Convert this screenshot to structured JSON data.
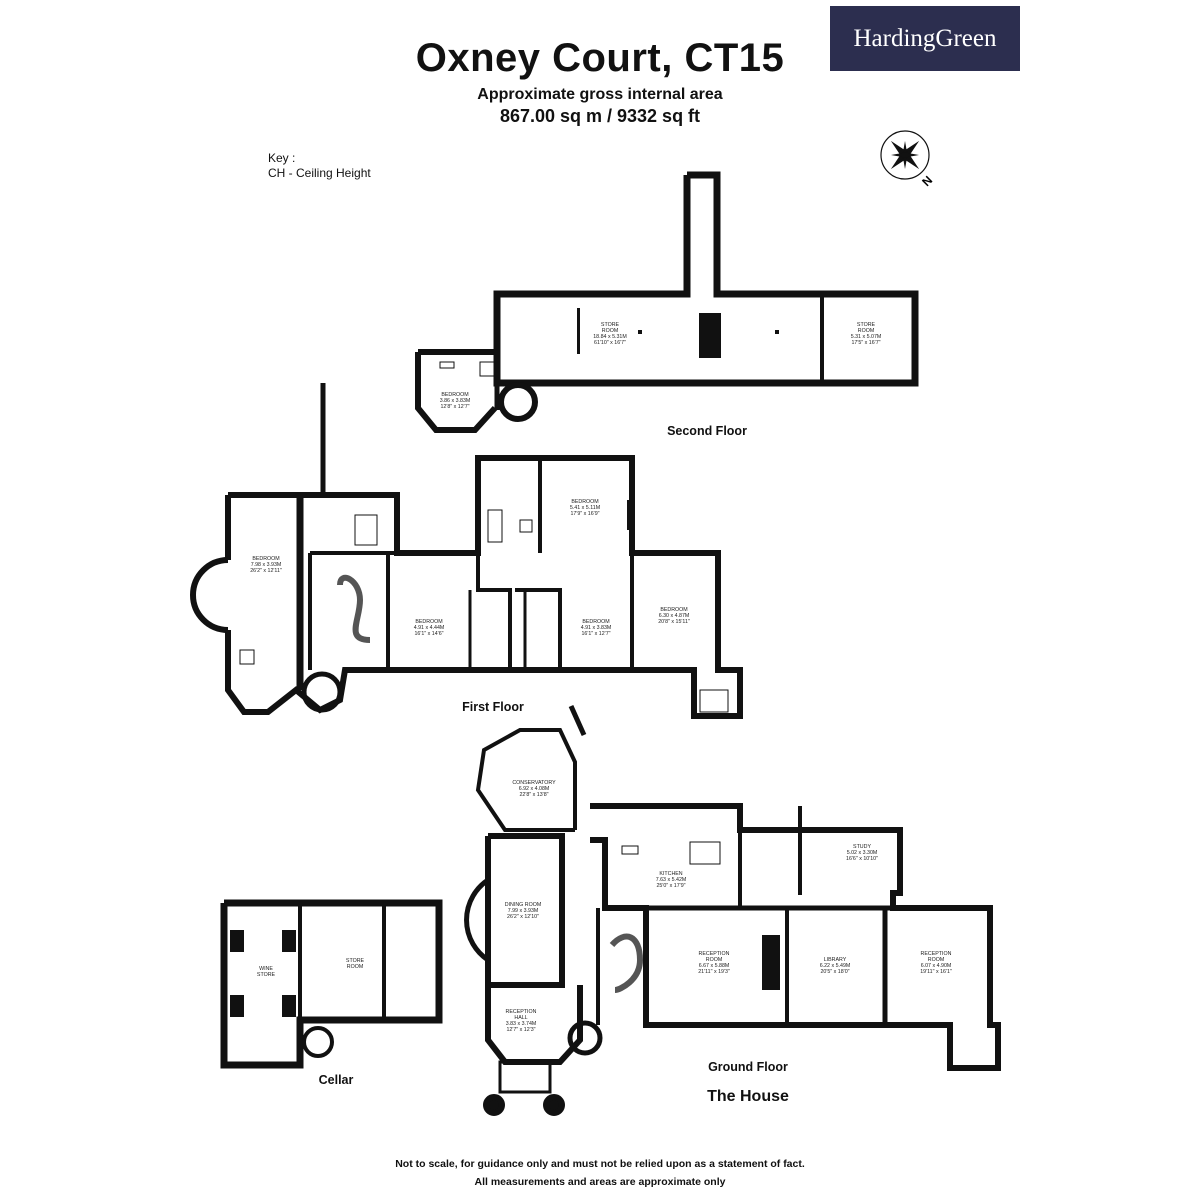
{
  "header": {
    "title": "Oxney Court, CT15",
    "area_label": "Approximate gross internal area",
    "area_value": "867.00 sq m / 9332 sq ft"
  },
  "logo": {
    "text": "HardingGreen"
  },
  "key": {
    "heading": "Key :",
    "entry": "CH - Ceiling Height"
  },
  "compass": {
    "label": "N"
  },
  "floors": {
    "second": "Second Floor",
    "first": "First Floor",
    "ground": "Ground Floor",
    "house": "The House",
    "cellar": "Cellar"
  },
  "rooms": {
    "second_store_1": {
      "name": [
        "STORE",
        "ROOM"
      ],
      "metric": "18.84 x 5.31M",
      "imperial": "61'10\" x 16'7\""
    },
    "second_store_2": {
      "name": [
        "STORE",
        "ROOM"
      ],
      "metric": "5.31 x 5.07M",
      "imperial": "17'5\" x 16'7\""
    },
    "second_bedroom": {
      "name": [
        "BEDROOM"
      ],
      "metric": "3.86 x 3.83M",
      "imperial": "12'8\" x 12'7\""
    },
    "first_bedroom_west": {
      "name": [
        "BEDROOM"
      ],
      "metric": "7.98 x 3.93M",
      "imperial": "26'2\" x 12'11\""
    },
    "first_bedroom_north": {
      "name": [
        "BEDROOM"
      ],
      "metric": "5.41 x 5.11M",
      "imperial": "17'9\" x 16'9\""
    },
    "first_bedroom_2": {
      "name": [
        "BEDROOM"
      ],
      "metric": "4.91 x 4.44M",
      "imperial": "16'1\" x 14'6\""
    },
    "first_bedroom_3": {
      "name": [
        "BEDROOM"
      ],
      "metric": "4.91 x 3.83M",
      "imperial": "16'1\" x 12'7\""
    },
    "first_bedroom_east": {
      "name": [
        "BEDROOM"
      ],
      "metric": "6.30 x 4.87M",
      "imperial": "20'8\" x 15'11\""
    },
    "conservatory": {
      "name": [
        "CONSERVATORY"
      ],
      "metric": "6.92 x 4.08M",
      "imperial": "22'8\" x 13'8\""
    },
    "kitchen": {
      "name": [
        "KITCHEN"
      ],
      "metric": "7.63 x 5.42M",
      "imperial": "25'0\" x 17'9\""
    },
    "study": {
      "name": [
        "STUDY"
      ],
      "metric": "5.02 x 3.30M",
      "imperial": "16'6\" x 10'10\""
    },
    "dining_room": {
      "name": [
        "DINING ROOM"
      ],
      "metric": "7.99 x 3.93M",
      "imperial": "26'2\" x 12'10\""
    },
    "reception_room_1": {
      "name": [
        "RECEPTION",
        "ROOM"
      ],
      "metric": "6.67 x 5.88M",
      "imperial": "21'11\" x 19'3\""
    },
    "library": {
      "name": [
        "LIBRARY"
      ],
      "metric": "6.22 x 5.49M",
      "imperial": "20'5\" x 18'0\""
    },
    "reception_room_2": {
      "name": [
        "RECEPTION",
        "ROOM"
      ],
      "metric": "6.07 x 4.90M",
      "imperial": "19'11\" x 16'1\""
    },
    "reception_hall": {
      "name": [
        "RECEPTION",
        "HALL"
      ],
      "metric": "3.83 x 3.74M",
      "imperial": "12'7\" x 12'3\""
    },
    "wine_store": {
      "name": [
        "WINE",
        "STORE"
      ],
      "metric": "",
      "imperial": ""
    },
    "cellar_store": {
      "name": [
        "STORE",
        "ROOM"
      ],
      "metric": "",
      "imperial": ""
    }
  },
  "footer": {
    "line1": "Not to scale, for guidance only and must not be relied upon as a statement of fact.",
    "line2": "All measurements and areas are approximate only"
  },
  "colors": {
    "wall": "#111111",
    "logo_bg": "#2c2e4f",
    "logo_text": "#ffffff"
  }
}
